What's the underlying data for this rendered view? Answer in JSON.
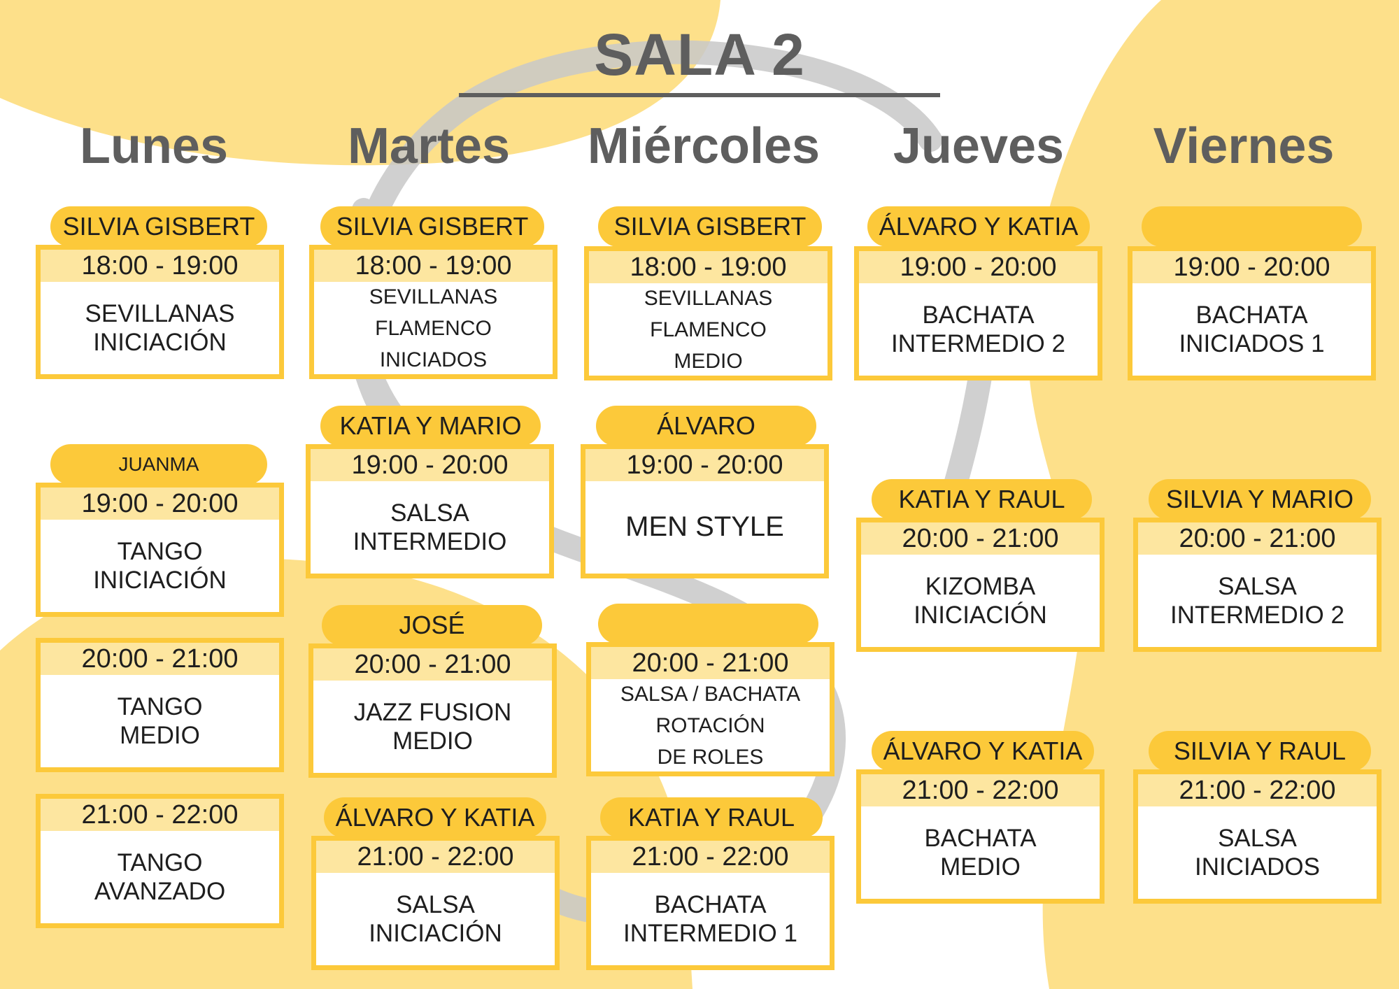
{
  "title": "SALA 2",
  "days": [
    "Lunes",
    "Martes",
    "Miércoles",
    "Jueves",
    "Viernes"
  ],
  "colors": {
    "accent": "#fcc93a",
    "time_band": "#fde6a0",
    "heading": "#5e5e5e",
    "background_shape": "#fde08a",
    "watermark": "#c8c8c8"
  },
  "classes": [
    {
      "day": "Lunes",
      "instructor": "SILVIA GISBERT",
      "time": "18:00 - 19:00",
      "lines": [
        "SEVILLANAS",
        "INICIACIÓN"
      ]
    },
    {
      "day": "Lunes",
      "instructor": "JUANMA",
      "time": "19:00 - 20:00",
      "lines": [
        "TANGO",
        "INICIACIÓN"
      ]
    },
    {
      "day": "Lunes",
      "instructor": "",
      "time": "20:00 - 21:00",
      "lines": [
        "TANGO",
        "MEDIO"
      ]
    },
    {
      "day": "Lunes",
      "instructor": "",
      "time": "21:00 - 22:00",
      "lines": [
        "TANGO",
        "AVANZADO"
      ]
    },
    {
      "day": "Martes",
      "instructor": "SILVIA GISBERT",
      "time": "18:00 - 19:00",
      "lines": [
        "SEVILLANAS",
        "FLAMENCO",
        "INICIADOS"
      ]
    },
    {
      "day": "Martes",
      "instructor": "KATIA Y MARIO",
      "time": "19:00 - 20:00",
      "lines": [
        "SALSA",
        "INTERMEDIO"
      ]
    },
    {
      "day": "Martes",
      "instructor": "JOSÉ",
      "time": "20:00 - 21:00",
      "lines": [
        "JAZZ FUSION",
        "MEDIO"
      ]
    },
    {
      "day": "Martes",
      "instructor": "ÁLVARO Y KATIA",
      "time": "21:00 - 22:00",
      "lines": [
        "SALSA",
        "INICIACIÓN"
      ]
    },
    {
      "day": "Miércoles",
      "instructor": "SILVIA GISBERT",
      "time": "18:00 - 19:00",
      "lines": [
        "SEVILLANAS",
        "FLAMENCO",
        "MEDIO"
      ]
    },
    {
      "day": "Miércoles",
      "instructor": "ÁLVARO",
      "time": "19:00 - 20:00",
      "lines": [
        "MEN STYLE"
      ]
    },
    {
      "day": "Miércoles",
      "instructor": "",
      "time": "20:00 - 21:00",
      "lines": [
        "SALSA / BACHATA",
        "ROTACIÓN",
        "DE ROLES"
      ]
    },
    {
      "day": "Miércoles",
      "instructor": "KATIA Y RAUL",
      "time": "21:00 - 22:00",
      "lines": [
        "BACHATA",
        "INTERMEDIO 1"
      ]
    },
    {
      "day": "Jueves",
      "instructor": "ÁLVARO Y KATIA",
      "time": "19:00 - 20:00",
      "lines": [
        "BACHATA",
        "INTERMEDIO 2"
      ]
    },
    {
      "day": "Jueves",
      "instructor": "KATIA Y RAUL",
      "time": "20:00 - 21:00",
      "lines": [
        "KIZOMBA",
        "INICIACIÓN"
      ]
    },
    {
      "day": "Jueves",
      "instructor": "ÁLVARO Y KATIA",
      "time": "21:00 - 22:00",
      "lines": [
        "BACHATA",
        "MEDIO"
      ]
    },
    {
      "day": "Viernes",
      "instructor": "",
      "time": "19:00 - 20:00",
      "lines": [
        "BACHATA",
        "INICIADOS 1"
      ]
    },
    {
      "day": "Viernes",
      "instructor": "SILVIA Y MARIO",
      "time": "20:00 - 21:00",
      "lines": [
        "SALSA",
        "INTERMEDIO 2"
      ]
    },
    {
      "day": "Viernes",
      "instructor": "SILVIA Y RAUL",
      "time": "21:00 - 22:00",
      "lines": [
        "SALSA",
        "INICIADOS"
      ]
    }
  ]
}
